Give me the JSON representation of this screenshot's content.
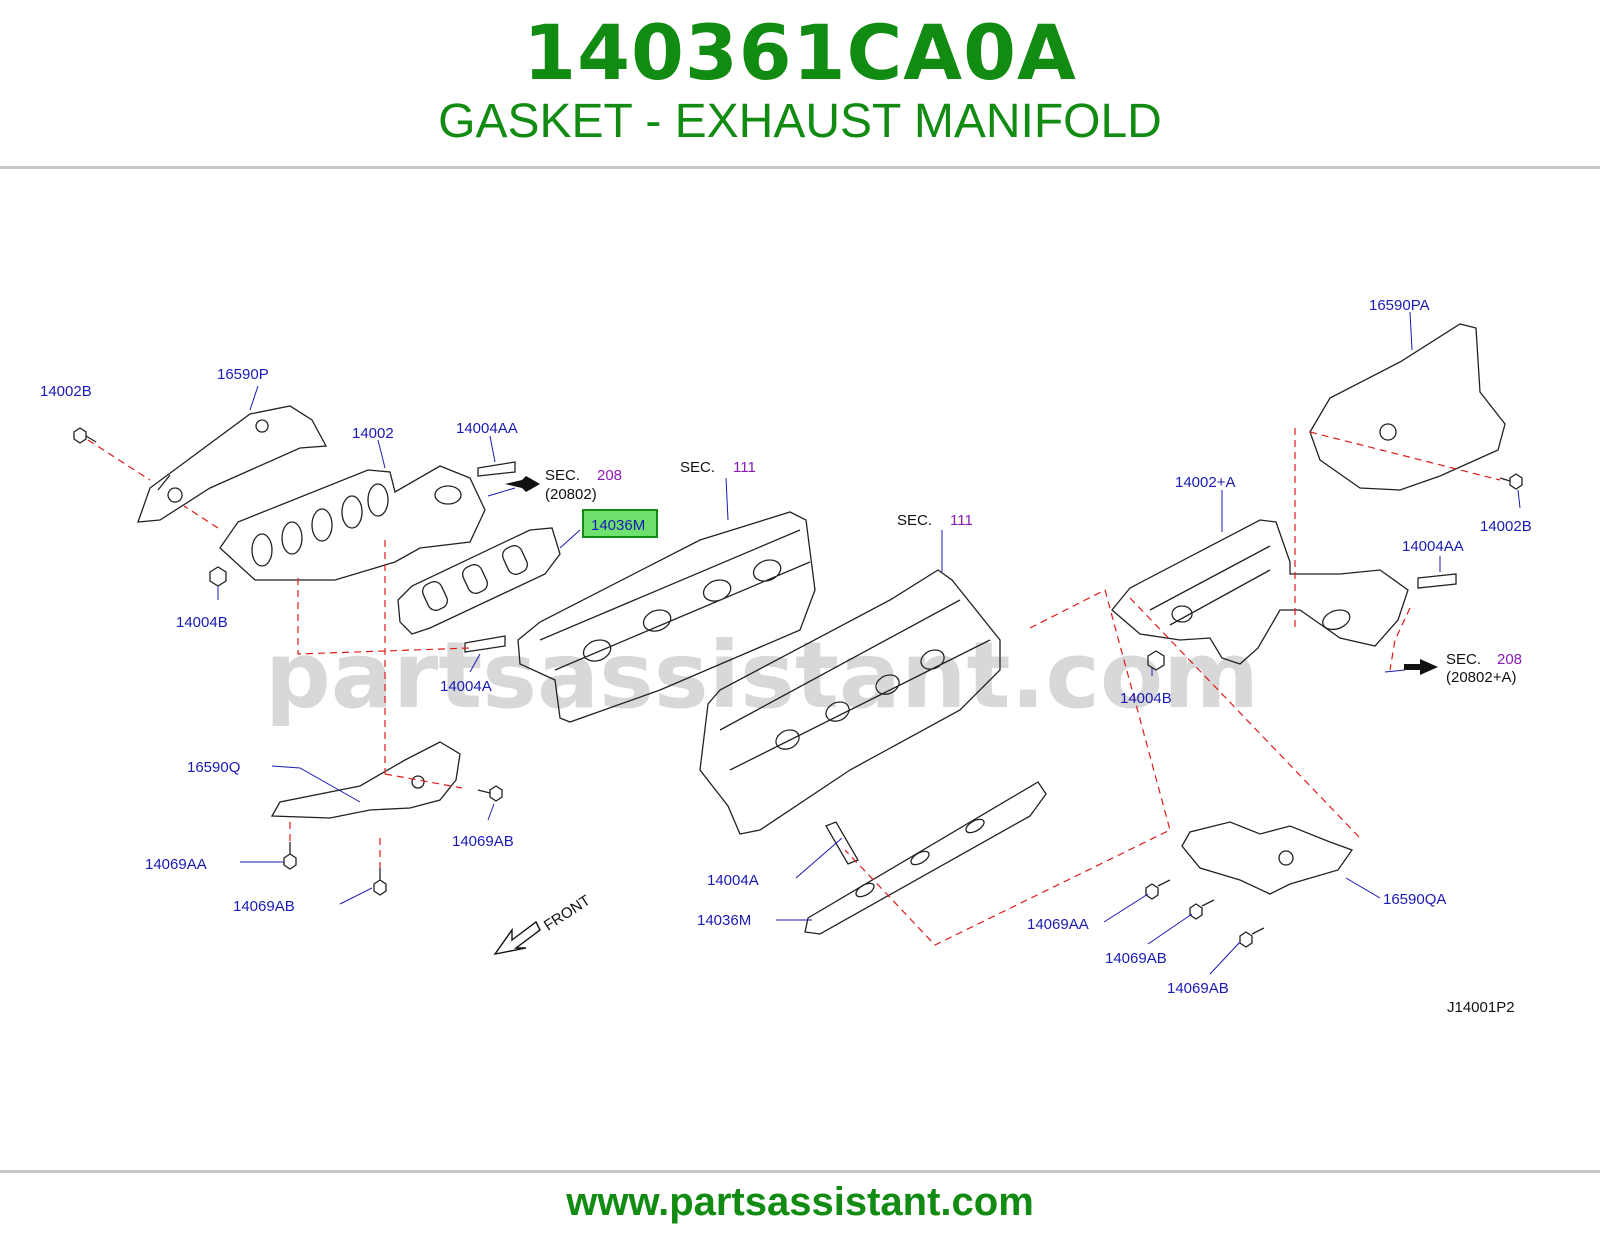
{
  "header": {
    "part_number": "140361CA0A",
    "description": "GASKET - EXHAUST MANIFOLD"
  },
  "diagram": {
    "watermark": "partsassistant.com",
    "figure_code": "J14001P2",
    "front_label": "FRONT",
    "highlighted_label": "14036M",
    "labels": {
      "l_14002B_left": "14002B",
      "l_16590P": "16590P",
      "l_14002": "14002",
      "l_14004AA_left": "14004AA",
      "l_14004B_left": "14004B",
      "l_14004A_left": "14004A",
      "l_16590Q": "16590Q",
      "l_14069AB_left1": "14069AB",
      "l_14069AA_left": "14069AA",
      "l_14069AB_left2": "14069AB",
      "l_16590PA": "16590PA",
      "l_14002B_right": "14002B",
      "l_14002A": "14002+A",
      "l_14004AA_right": "14004AA",
      "l_14004B_right": "14004B",
      "l_14004A_mid": "14004A",
      "l_14036M_mid": "14036M",
      "l_14069AA_right": "14069AA",
      "l_14069AB_right1": "14069AB",
      "l_14069AB_right2": "14069AB",
      "l_16590QA": "16590QA"
    },
    "sections": {
      "sec_word": "SEC.",
      "sec1_num": "208",
      "sec1_sub": "(20802)",
      "sec2_num": "111",
      "sec3_num": "111",
      "sec4_num": "208",
      "sec4_sub": "(20802+A)"
    }
  },
  "footer": {
    "url": "www.partsassistant.com"
  }
}
